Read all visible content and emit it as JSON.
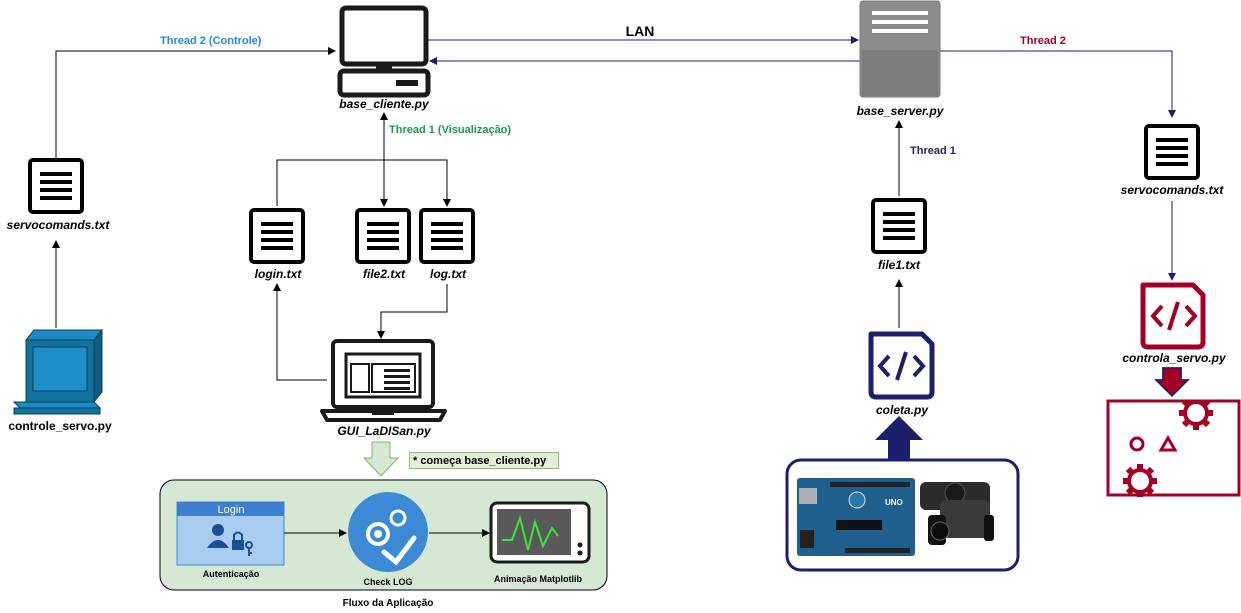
{
  "colors": {
    "primary": "#1c1f6b",
    "teal": "#10739e",
    "dark_red": "#a20025",
    "green_text": "#1a9a50",
    "blue_text": "#1f8ae0",
    "server_gray": "#808080",
    "panel_green": "#d5e8d4"
  },
  "nodes": {
    "base_cliente": "base_cliente.py",
    "base_server": "base_server.py",
    "servocomands_left": "servocomands.txt",
    "servocomands_right": "servocomands.txt",
    "controle_servo": "controle_servo.py",
    "login_txt": "login.txt",
    "file2_txt": "file2.txt",
    "log_txt": "log.txt",
    "gui_ladisan": "GUI_LaDISan.py",
    "file1_txt": "file1.txt",
    "coleta": "coleta.py",
    "controla_servo": "controla_servo.py"
  },
  "edges": {
    "lan": "LAN",
    "thread2_controle": "Thread 2 (Controle)",
    "thread1_visualizacao": "Thread 1 (Visualização)",
    "thread2_right": "Thread 2",
    "thread1_right": "Thread 1"
  },
  "note": "* começa base_cliente.py",
  "app_flow": {
    "title": "Fluxo da Aplicação",
    "login_header": "Login",
    "step1": "Autenticação",
    "step2": "Check LOG",
    "step3": "Animação Matplotlib"
  },
  "hardware": {
    "arduino_text": "UNO"
  }
}
